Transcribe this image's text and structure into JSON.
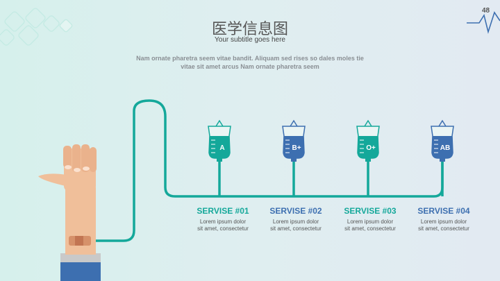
{
  "header": {
    "title": "医学信息图",
    "subtitle": "Your subtitle goes here",
    "description_line1": "Nam ornate pharetra seem vitae bandit. Aliquam sed  rises so dales moles tie",
    "description_line2": "vitae sit amet arcus Nam ornate pharetra seem",
    "page_number": "48"
  },
  "colors": {
    "teal": "#14a89a",
    "blue": "#3d6fb0",
    "title_text": "#555555"
  },
  "services": [
    {
      "blood_type": "A",
      "title": "SERVISE #01",
      "text_line1": "Lorem ipsum dolor",
      "text_line2": "sit amet, consectetur",
      "color": "#14a89a"
    },
    {
      "blood_type": "B+",
      "title": "SERVISE #02",
      "text_line1": "Lorem ipsum dolor",
      "text_line2": "sit amet, consectetur",
      "color": "#3d6fb0"
    },
    {
      "blood_type": "O+",
      "title": "SERVISE #03",
      "text_line1": "Lorem ipsum dolor",
      "text_line2": "sit amet, consectetur",
      "color": "#14a89a"
    },
    {
      "blood_type": "AB",
      "title": "SERVISE #04",
      "text_line1": "Lorem ipsum dolor",
      "text_line2": "sit amet, consectetur",
      "color": "#3d6fb0"
    }
  ],
  "icons": [
    "heartbeat-icon",
    "blood-bag-icon",
    "hand-icon",
    "decorative-diamonds"
  ]
}
